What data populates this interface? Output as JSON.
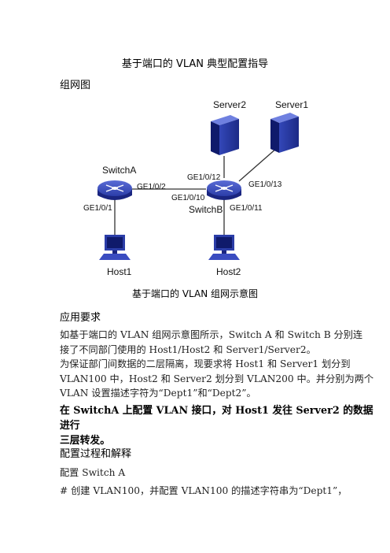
{
  "doc": {
    "title": "基于端口的 VLAN 典型配置指导",
    "section_network": "组网图",
    "diagram_caption": "基于端口的 VLAN 组网示意图",
    "section_requirements": "应用要求",
    "req_lines": [
      "如基于端口的 VLAN 组网示意图所示，Switch A 和 Switch B 分别连",
      "接了不同部门使用的 Host1/Host2 和 Server1/Server2。",
      "为保证部门间数据的二层隔离，现要求将 Host1 和 Server1 划分到",
      "VLAN100 中，Host2 和 Server2 划分到 VLAN200 中。并分别为两个",
      "VLAN 设置描述字符为“Dept1”和“Dept2”。"
    ],
    "bold_lines": [
      "在 SwitchA 上配置 VLAN 接口，对 Host1 发往 Server2 的数据进行",
      "三层转发。"
    ],
    "section_config": "配置过程和解释",
    "config_sub": "配置 Switch A",
    "config_step": "#  创建 VLAN100，并配置 VLAN100 的描述字符串为“Dept1”，"
  },
  "diagram": {
    "nodes": {
      "server2": "Server2",
      "server1": "Server1",
      "switchA": "SwitchA",
      "switchB": "SwitchB",
      "host1": "Host1",
      "host2": "Host2"
    },
    "ports": {
      "a_ge2": "GE1/0/2",
      "a_ge1": "GE1/0/1",
      "b_ge10": "GE1/0/10",
      "b_ge12": "GE1/0/12",
      "b_ge13": "GE1/0/13",
      "b_ge11": "GE1/0/11"
    },
    "colors": {
      "device_blue": "#2b3da8",
      "device_dark": "#0f1a6b",
      "link": "#333333"
    }
  }
}
